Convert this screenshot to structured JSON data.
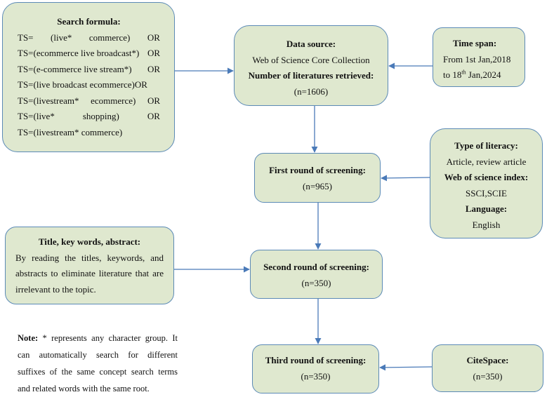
{
  "search_formula": {
    "title": "Search formula:",
    "lines": [
      [
        "TS=",
        "(live*",
        "commerce)",
        "OR"
      ],
      [
        "TS=(ecommerce live broadcast*)",
        "OR"
      ],
      [
        "TS=(e-commerce live stream*)",
        "OR"
      ],
      [
        "TS=(live broadcast ecommerce)OR"
      ],
      [
        "TS=(livestream*",
        "ecommerce)",
        "OR"
      ],
      [
        "TS=(live*",
        "shopping)",
        "OR"
      ],
      [
        "TS=(livestream* commerce)"
      ]
    ]
  },
  "data_source": {
    "title": "Data source:",
    "source": "Web of Science Core Collection",
    "retrieved_label": "Number of literatures retrieved:",
    "count": "(n=1606)"
  },
  "time_span": {
    "title": "Time span:",
    "from_text": "From 1st Jan,2018",
    "to_prefix": "to 18",
    "to_sup": "th",
    "to_suffix": " Jan,2024"
  },
  "first_round": {
    "title": "First round of screening:",
    "count": "(n=965)"
  },
  "type_box": {
    "type_title": "Type of literacy:",
    "type_value": "Article, review article",
    "index_title": "Web of science index:",
    "index_value": "SSCI,SCIE",
    "language_title": "Language:",
    "language_value": "English"
  },
  "title_box": {
    "title": "Title, key words, abstract:",
    "line1": [
      "By",
      "reading",
      "the",
      "titles,",
      "keywords,",
      "and"
    ],
    "line2": [
      "abstracts",
      "to",
      "eliminate",
      "literature",
      "that",
      "are"
    ],
    "line3": "irrelevant to the topic."
  },
  "second_round": {
    "title": "Second round of screening:",
    "count": "(n=350)"
  },
  "third_round": {
    "title": "Third round of screening:",
    "count": "(n=350)"
  },
  "citespace": {
    "title": "CiteSpace:",
    "count": "(n=350)"
  },
  "note": {
    "label": "Note:",
    "text": " * represents any character group. It can automatically search for different suffixes of the same concept search terms and related words with the same root."
  },
  "colors": {
    "box_fill": "#dfe8cf",
    "box_border": "#5b8ab6",
    "arrow": "#4a7ab8"
  }
}
